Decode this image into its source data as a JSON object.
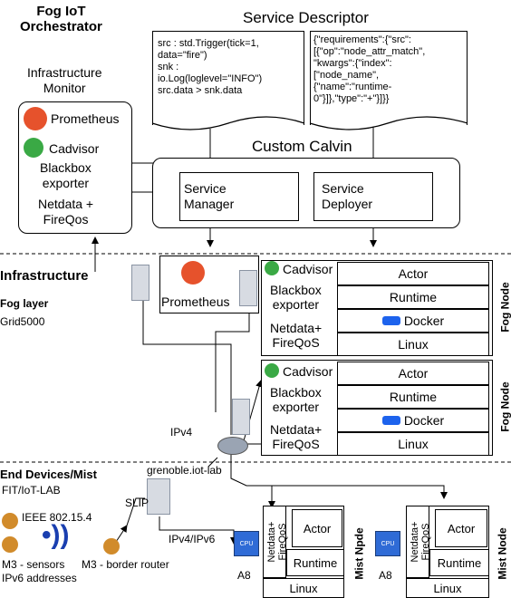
{
  "orchestrator": {
    "title_line1": "Fog IoT",
    "title_line2": "Orchestrator"
  },
  "service_descriptor": {
    "title": "Service Descriptor",
    "left_code": [
      "src : std.Trigger(tick=1,",
      "data=\"fire\")",
      "snk :",
      "io.Log(loglevel=\"INFO\")",
      "src.data > snk.data"
    ],
    "right_code": [
      "{\"requirements\":{\"src\":",
      "[{\"op\":\"node_attr_match\",",
      "\"kwargs\":{\"index\":",
      "[\"node_name\",",
      "{\"name\":\"runtime-",
      "0\"}]},\"type\":\"+\"}]}}"
    ]
  },
  "infra_monitor": {
    "title_line1": "Infrastructure",
    "title_line2": "Monitor",
    "prometheus": "Prometheus",
    "cadvisor": "Cadvisor",
    "blackbox_line1": "Blackbox",
    "blackbox_line2": "exporter",
    "netdata_line1": "Netdata +",
    "netdata_line2": "FireQos"
  },
  "calvin": {
    "title": "Custom Calvin",
    "manager_line1": "Service",
    "manager_line2": "Manager",
    "deployer_line1": "Service",
    "deployer_line2": "Deployer"
  },
  "infrastructure": {
    "title": "Infrastructure",
    "fog_layer": "Fog layer",
    "grid": "Grid5000",
    "prometheus": "Prometheus"
  },
  "fog_nodes": [
    {
      "cadvisor": "Cadvisor",
      "blackbox_line1": "Blackbox",
      "blackbox_line2": "exporter",
      "netdata_line1": "Netdata+",
      "netdata_line2": "FireQoS",
      "actor": "Actor",
      "runtime": "Runtime",
      "docker": "Docker",
      "linux": "Linux",
      "label": "Fog Node"
    },
    {
      "cadvisor": "Cadvisor",
      "blackbox_line1": "Blackbox",
      "blackbox_line2": "exporter",
      "netdata_line1": "Netdata+",
      "netdata_line2": "FireQoS",
      "actor": "Actor",
      "runtime": "Runtime",
      "docker": "Docker",
      "linux": "Linux",
      "label": "Fog Node"
    }
  ],
  "network": {
    "ipv4": "IPv4",
    "grenoble": "grenoble.iot-lab",
    "slip": "SLIP",
    "ipv4_ipv6": "IPv4/IPv6"
  },
  "end_devices": {
    "title": "End Devices/Mist",
    "fit": "FIT/IoT-LAB",
    "ieee": "IEEE 802.15.4",
    "m3_line1": "M3 - sensors",
    "m3_line2": "IPv6 addresses",
    "border_router": "M3 - border router"
  },
  "mist_nodes": [
    {
      "netdata": "Netdata+",
      "fireqos": "FireQoS",
      "actor": "Actor",
      "runtime": "Runtime",
      "linux": "Linux",
      "a8": "A8",
      "cpu": "CPU",
      "label": "Mist Npde"
    },
    {
      "netdata": "Netdata+",
      "fireqos": "FireQoS",
      "actor": "Actor",
      "runtime": "Runtime",
      "linux": "Linux",
      "a8": "A8",
      "cpu": "CPU",
      "label": "Mist Node"
    }
  ]
}
